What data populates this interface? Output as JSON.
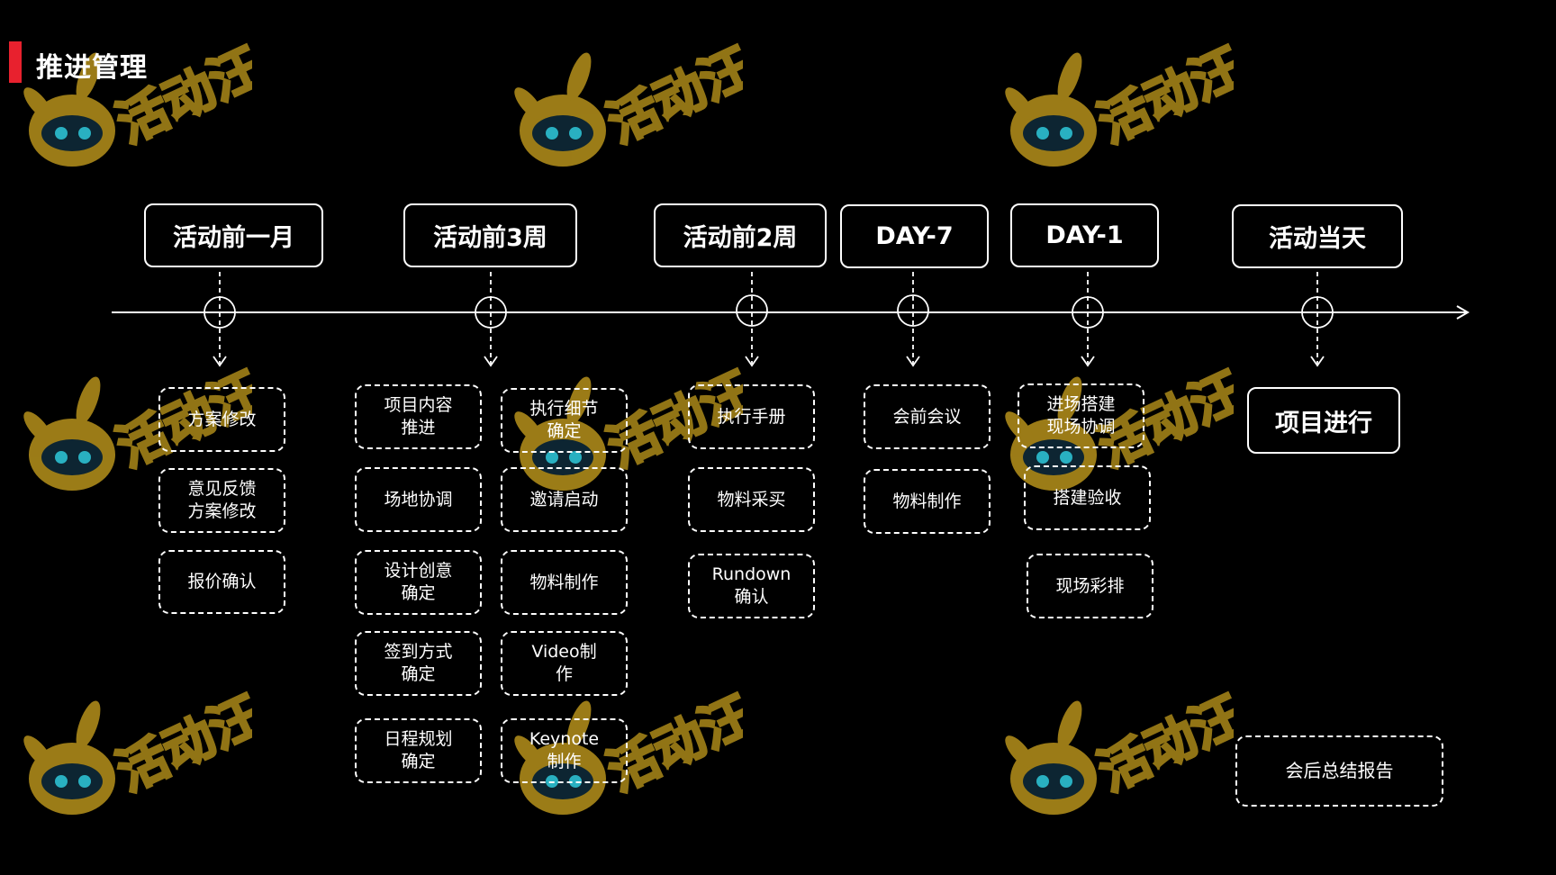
{
  "title": "推进管理",
  "colors": {
    "accent": "#e8212e",
    "background": "#000000",
    "line": "#ffffff",
    "watermark": "#caa21f"
  },
  "watermark": {
    "text": "活动汪",
    "icon": "dog-mascot-icon"
  },
  "phases": [
    {
      "label": "活动前一月"
    },
    {
      "label": "活动前3周"
    },
    {
      "label": "活动前2周"
    },
    {
      "label": "DAY-7"
    },
    {
      "label": "DAY-1"
    },
    {
      "label": "活动当天"
    }
  ],
  "tasks": {
    "month": [
      "方案修改",
      "意见反馈\n方案修改",
      "报价确认"
    ],
    "week3_left": [
      "项目内容\n推进",
      "场地协调",
      "设计创意\n确定",
      "签到方式\n确定",
      "日程规划\n确定"
    ],
    "week3_right": [
      "执行细节\n确定",
      "邀请启动",
      "物料制作",
      "Video制\n作",
      "Keynote\n制作"
    ],
    "week2": [
      "执行手册",
      "物料采买",
      "Rundown\n确认"
    ],
    "day7": [
      "会前会议",
      "物料制作"
    ],
    "day1": [
      "进场搭建\n现场协调",
      "搭建验收",
      "现场彩排"
    ],
    "dayof": "项目进行",
    "after": "会后总结报告"
  }
}
